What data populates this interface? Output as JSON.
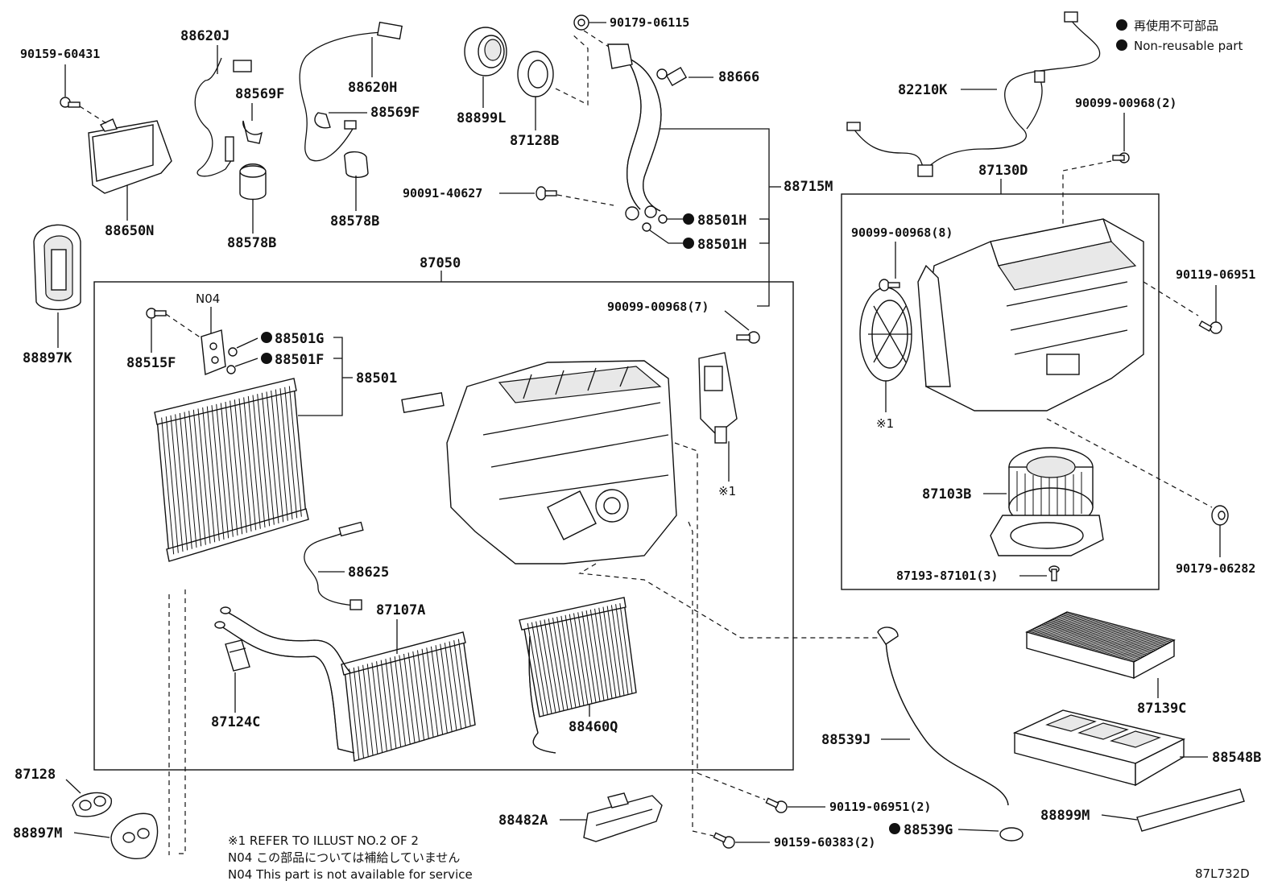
{
  "legend": {
    "jp": "再使用不可部品",
    "en": "Non-reusable part"
  },
  "labels": {
    "p90159_60431": "90159-60431",
    "p88620J": "88620J",
    "p88620H": "88620H",
    "p88569F_a": "88569F",
    "p88569F_b": "88569F",
    "p88650N": "88650N",
    "p88578B_a": "88578B",
    "p88578B_b": "88578B",
    "p88899L": "88899L",
    "p87128B": "87128B",
    "p90179_06115": "90179-06115",
    "p88666": "88666",
    "p90091_40627": "90091-40627",
    "p88715M": "88715M",
    "p88501H_a": "88501H",
    "p88501H_b": "88501H",
    "p82210K": "82210K",
    "p90099_00968_2a": "90099-00968(2)",
    "p87130D": "87130D",
    "p90099_00968_8": "90099-00968(8)",
    "p90119_06951": "90119-06951",
    "p88897K": "88897K",
    "p87050": "87050",
    "pN04": "N04",
    "p90099_00968_7": "90099-00968(7)",
    "p88501G": "88501G",
    "p88501F": "88501F",
    "p88515F": "88515F",
    "p88501": "88501",
    "ref1_a": "※1",
    "ref1_b": "※1",
    "p87103B": "87103B",
    "p87193_87101": "87193-87101(3)",
    "p90179_06282": "90179-06282",
    "p88625": "88625",
    "p87107A": "87107A",
    "p87124C": "87124C",
    "p88460Q": "88460Q",
    "p87139C": "87139C",
    "p88539J": "88539J",
    "p88548B": "88548B",
    "p87128": "87128",
    "p88897M": "88897M",
    "p88482A": "88482A",
    "p90119_06951_2": "90119-06951(2)",
    "p88539G": "88539G",
    "p88899M": "88899M",
    "p90159_60383_2": "90159-60383(2)"
  },
  "notes": {
    "line1": "※1 REFER TO ILLUST NO.2 OF 2",
    "line2": "N04 この部品については補給していません",
    "line3": "N04 This part is not available for service"
  },
  "diagram_code": "87L732D"
}
